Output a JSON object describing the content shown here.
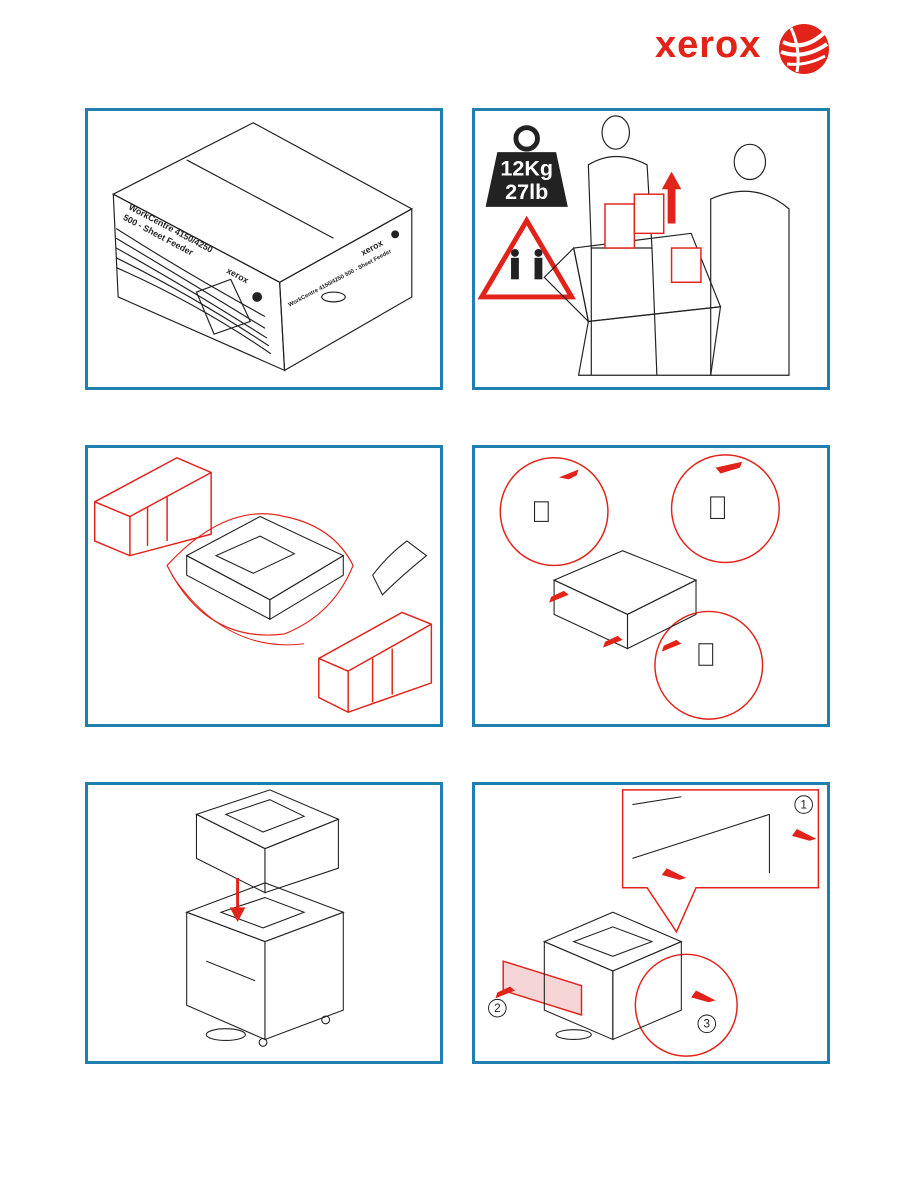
{
  "brand": {
    "name": "xerox",
    "color": "#e2231a"
  },
  "panel1": {
    "box_label_line1": "WorkCentre 4150/4250",
    "box_label_line2": "500 - Sheet Feeder",
    "box_brand": "xerox",
    "box_side_label": "WorkCentre 4150/4250 500 - Sheet Feeder",
    "box_side_brand": "xerox"
  },
  "panel2": {
    "weight_kg": "12Kg",
    "weight_lb": "27lb"
  },
  "panel6": {
    "step1": "1",
    "step2": "2",
    "step3": "3"
  },
  "colors": {
    "frame": "#1f7fb0",
    "accent": "#e2231a",
    "line": "#222222"
  }
}
